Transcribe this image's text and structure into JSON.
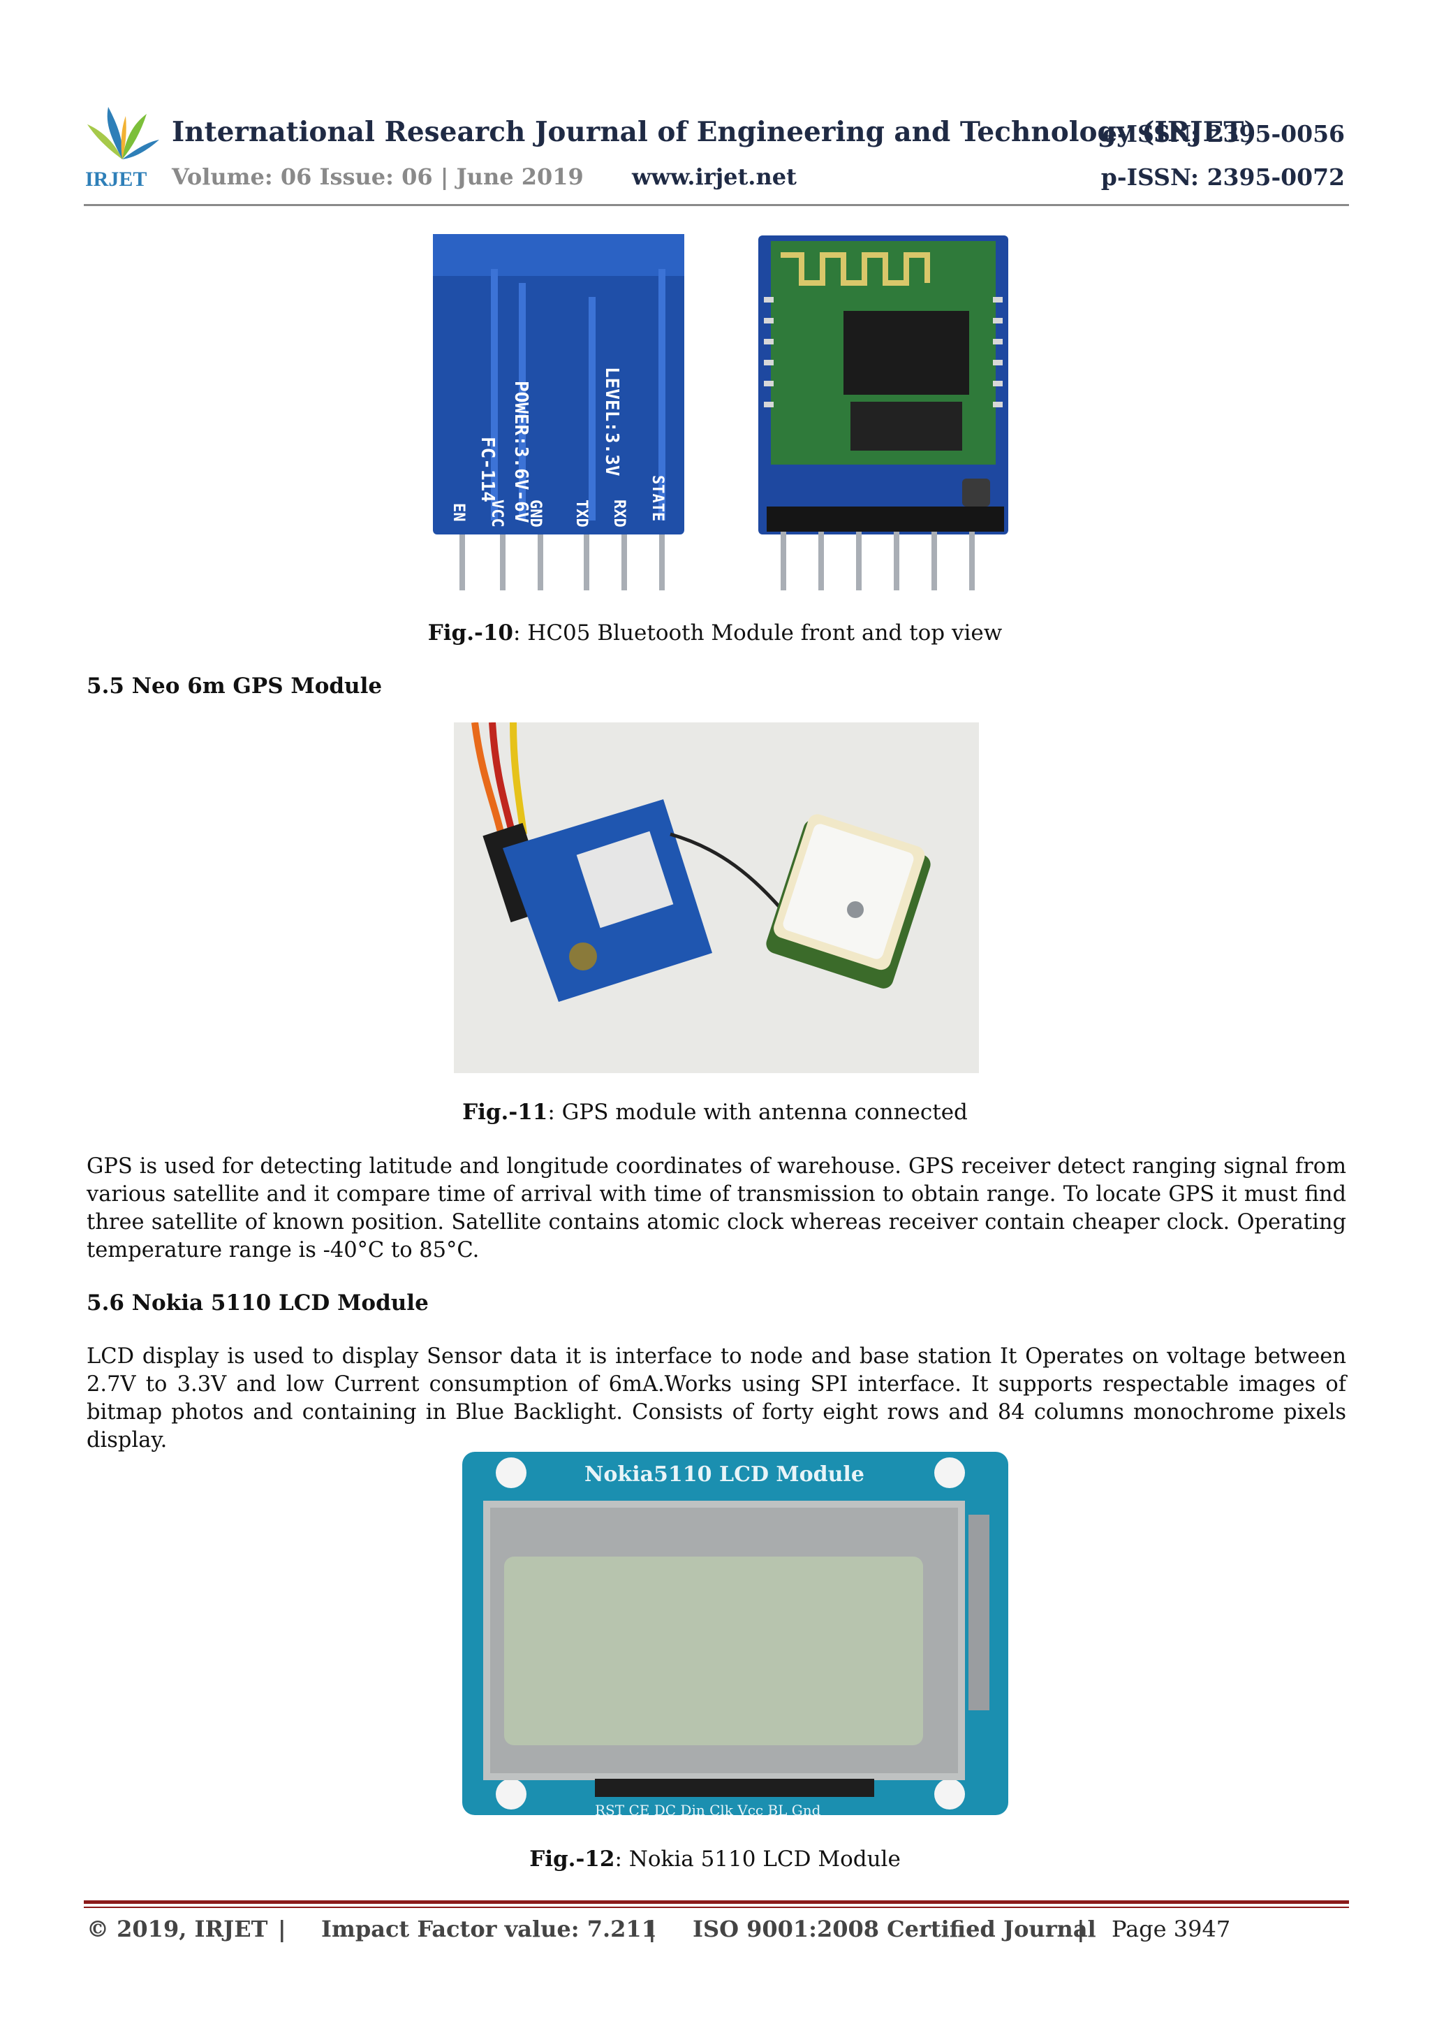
{
  "header": {
    "journal_title": "International Research Journal of Engineering and Technology (IRJET)",
    "eissn": "e-ISSN: 2395-0056",
    "volume": "Volume: 06 Issue: 06 | June 2019",
    "website": "www.irjet.net",
    "pissn": "p-ISSN: 2395-0072",
    "logo_text": "IRJET"
  },
  "figures": {
    "fig10": {
      "label": "Fig.-10",
      "caption": ": HC05 Bluetooth Module front and top view",
      "board_text": [
        "FC-114",
        "POWER:3.6V-6V",
        "LEVEL:3.3V"
      ],
      "pins": [
        "EN",
        "VCC",
        "GND",
        "TXD",
        "RXD",
        "STATE"
      ]
    },
    "fig11": {
      "label": "Fig.-11",
      "caption": ": GPS module with antenna connected"
    },
    "fig12": {
      "label": "Fig.-12",
      "caption": ": Nokia 5110 LCD Module",
      "board_title": "Nokia5110  LCD  Module",
      "pins": "RST CE DC  Din Clk Vcc BL  Gnd"
    }
  },
  "sections": {
    "s55": "5.5  Neo 6m GPS Module",
    "s56": "5.6  Nokia 5110 LCD Module"
  },
  "paragraphs": {
    "gps": "GPS is used for detecting latitude and longitude coordinates of warehouse. GPS receiver detect ranging signal from various satellite and it compare time of arrival with time of transmission to obtain range. To locate GPS it must find three satellite of known position. Satellite contains atomic clock whereas receiver contain cheaper clock. Operating temperature range is -40°C to 85°C.",
    "lcd": "LCD display is used to display Sensor data it is interface to node and base station It Operates on voltage between 2.7V to 3.3V and low Current consumption of 6mA.Works using SPI interface. It supports respectable images of bitmap photos and containing in Blue Backlight. Consists of forty eight rows and 84 columns monochrome pixels display."
  },
  "footer": {
    "copyright": "© 2019, IRJET",
    "impact": "Impact Factor value: 7.211",
    "iso": "ISO 9001:2008 Certified Journal",
    "page": "Page 3947",
    "separator": "|"
  }
}
